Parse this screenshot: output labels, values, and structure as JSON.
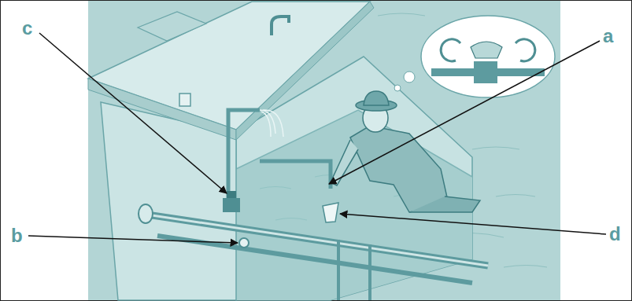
{
  "diagram": {
    "labels": [
      "c",
      "a",
      "b",
      "d"
    ]
  }
}
